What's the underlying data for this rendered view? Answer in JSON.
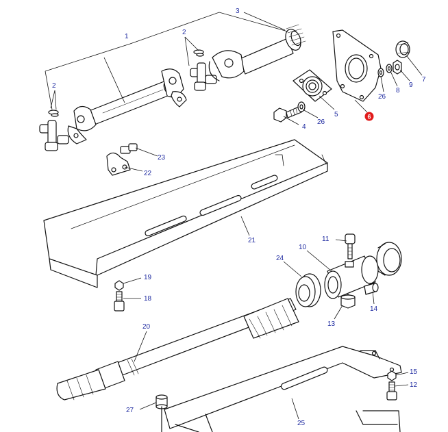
{
  "diagram": {
    "colors": {
      "ink": "#111111",
      "callout_text": "#1e2aa0",
      "highlight": "#e11b1b",
      "background": "#ffffff"
    },
    "highlighted_part": "6",
    "callouts": [
      {
        "id": "c1",
        "label": "1"
      },
      {
        "id": "c2a",
        "label": "2"
      },
      {
        "id": "c2b",
        "label": "2"
      },
      {
        "id": "c3",
        "label": "3"
      },
      {
        "id": "c4",
        "label": "4"
      },
      {
        "id": "c5",
        "label": "5"
      },
      {
        "id": "c6",
        "label": "6"
      },
      {
        "id": "c7",
        "label": "7"
      },
      {
        "id": "c8",
        "label": "8"
      },
      {
        "id": "c9",
        "label": "9"
      },
      {
        "id": "c10",
        "label": "10"
      },
      {
        "id": "c11",
        "label": "11"
      },
      {
        "id": "c12",
        "label": "12"
      },
      {
        "id": "c13",
        "label": "13"
      },
      {
        "id": "c14",
        "label": "14"
      },
      {
        "id": "c15",
        "label": "15"
      },
      {
        "id": "c18",
        "label": "18"
      },
      {
        "id": "c19",
        "label": "19"
      },
      {
        "id": "c20",
        "label": "20"
      },
      {
        "id": "c21",
        "label": "21"
      },
      {
        "id": "c22",
        "label": "22"
      },
      {
        "id": "c23",
        "label": "23"
      },
      {
        "id": "c24",
        "label": "24"
      },
      {
        "id": "c25",
        "label": "25"
      },
      {
        "id": "c26a",
        "label": "26"
      },
      {
        "id": "c26b",
        "label": "26"
      },
      {
        "id": "c27",
        "label": "27"
      }
    ]
  }
}
